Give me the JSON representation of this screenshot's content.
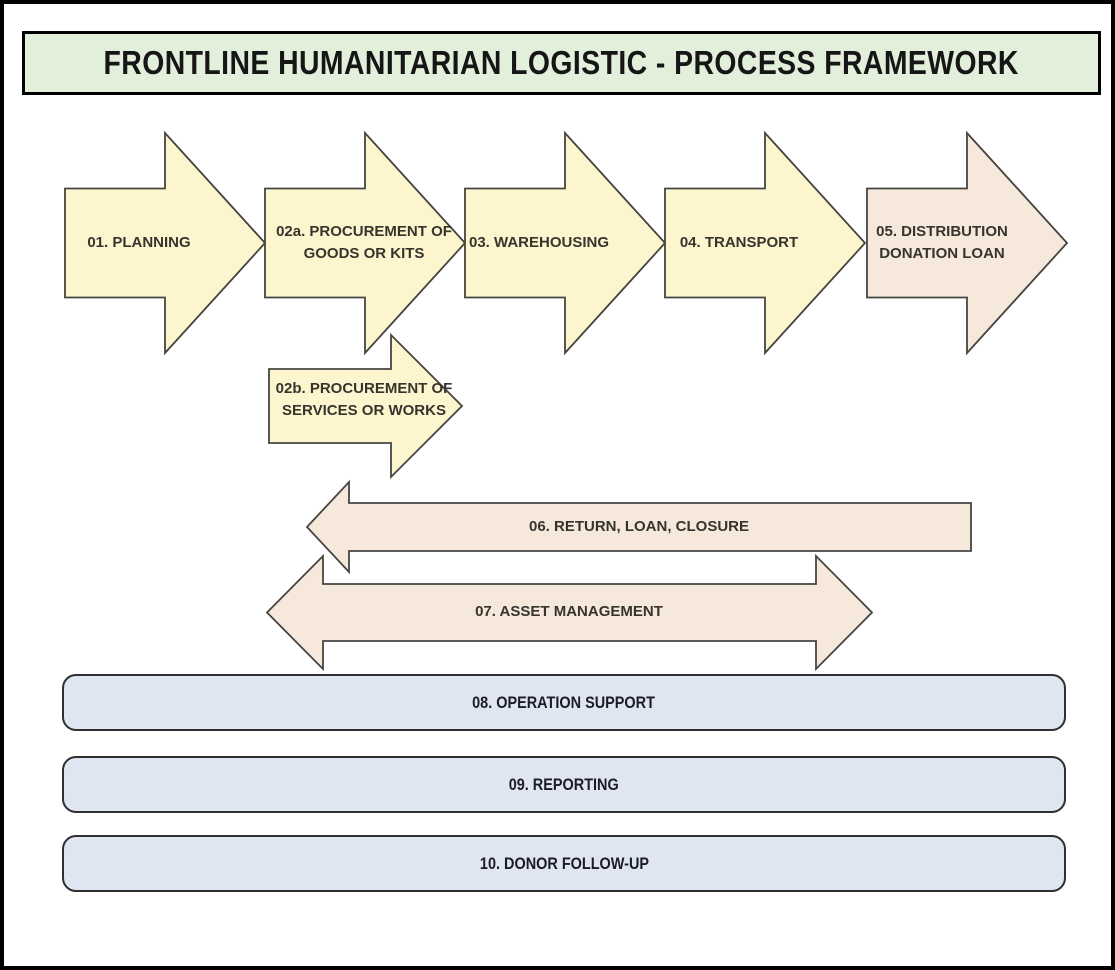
{
  "title": {
    "text": "FRONTLINE HUMANITARIAN LOGISTIC - PROCESS FRAMEWORK"
  },
  "colors": {
    "title_fill": "#e2efda",
    "yellow_fill": "#fdf5cd",
    "pink_fill": "#f7e8dc",
    "blue_fill": "#dfe5f1",
    "shape_border": "#454540",
    "banner_border": "#000000"
  },
  "arrows": [
    {
      "id": "01",
      "label": "01. PLANNING",
      "shape": "right-arrow",
      "fill": "yellow"
    },
    {
      "id": "02a",
      "label": "02a. PROCUREMENT OF GOODS OR KITS",
      "shape": "right-arrow",
      "fill": "yellow"
    },
    {
      "id": "03",
      "label": "03. WAREHOUSING",
      "shape": "right-arrow",
      "fill": "yellow"
    },
    {
      "id": "04",
      "label": "04. TRANSPORT",
      "shape": "right-arrow",
      "fill": "yellow"
    },
    {
      "id": "05",
      "label": "05. DISTRIBUTION DONATION LOAN",
      "shape": "right-arrow",
      "fill": "pink"
    },
    {
      "id": "02b",
      "label": "02b. PROCUREMENT OF SERVICES OR WORKS",
      "shape": "right-arrow",
      "fill": "yellow"
    },
    {
      "id": "06",
      "label": "06. RETURN, LOAN, CLOSURE",
      "shape": "left-arrow",
      "fill": "pink"
    },
    {
      "id": "07",
      "label": "07. ASSET MANAGEMENT",
      "shape": "double-arrow",
      "fill": "pink"
    }
  ],
  "bars": [
    {
      "id": "08",
      "label": "08. OPERATION SUPPORT"
    },
    {
      "id": "09",
      "label": "09. REPORTING"
    },
    {
      "id": "10",
      "label": "10. DONOR FOLLOW-UP"
    }
  ]
}
